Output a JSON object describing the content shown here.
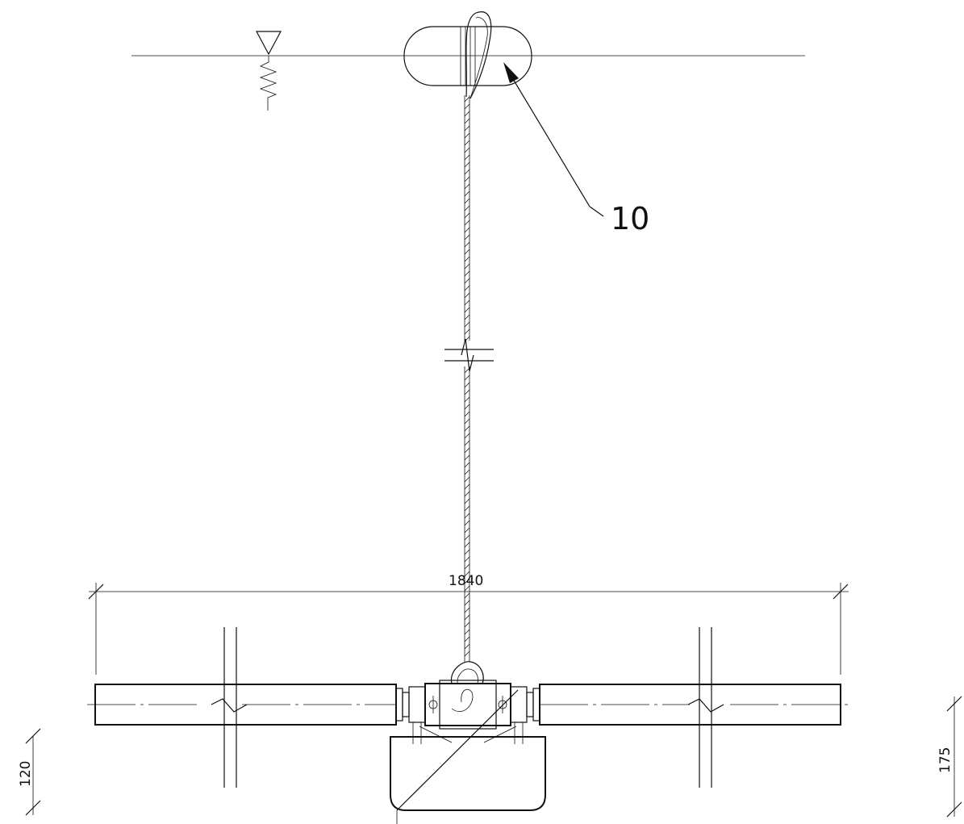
{
  "labels": {
    "callout_float": "10",
    "dim_overall_width": "1840",
    "dim_left_height": "120",
    "dim_right_height": "175"
  }
}
